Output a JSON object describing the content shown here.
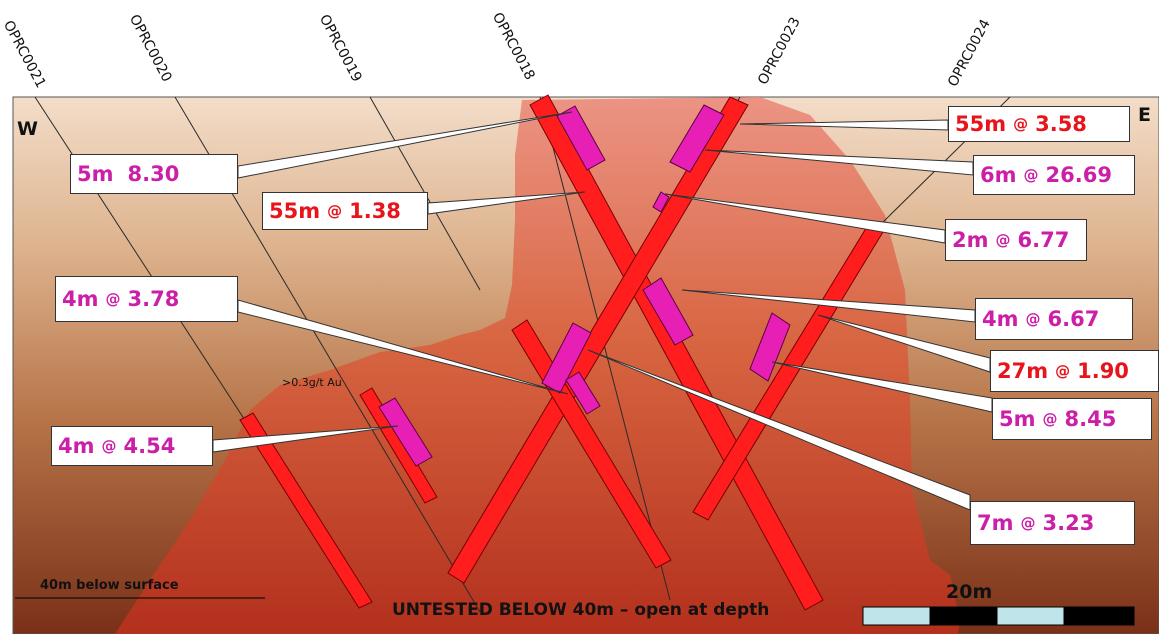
{
  "holes": [
    "OPRC0021",
    "OPRC0020",
    "OPRC0019",
    "OPRC0018",
    "OPRC0023",
    "OPRC0024"
  ],
  "west_label": "W",
  "east_label": "E",
  "intercepts": [
    {
      "id": "5m-830",
      "length": "5m",
      "grade": "8.30",
      "symbol": "",
      "color": "#cc1fa8"
    },
    {
      "id": "55m-138",
      "length": "55m",
      "grade": "1.38",
      "symbol": "@",
      "color": "#e8141c"
    },
    {
      "id": "4m-378",
      "length": "4m",
      "grade": "3.78",
      "symbol": "@",
      "color": "#cc1fa8"
    },
    {
      "id": "4m-454",
      "length": "4m",
      "grade": "4.54",
      "symbol": "@",
      "color": "#cc1fa8"
    },
    {
      "id": "55m-358",
      "length": "55m",
      "grade": "3.58",
      "symbol": "@",
      "color": "#e8141c"
    },
    {
      "id": "6m-2669",
      "length": "6m",
      "grade": "26.69",
      "symbol": "@",
      "color": "#cc1fa8"
    },
    {
      "id": "2m-677",
      "length": "2m",
      "grade": "6.77",
      "symbol": "@",
      "color": "#cc1fa8"
    },
    {
      "id": "4m-667",
      "length": "4m",
      "grade": "6.67",
      "symbol": "@",
      "color": "#cc1fa8"
    },
    {
      "id": "27m-190",
      "length": "27m",
      "grade": "1.90",
      "symbol": "@",
      "color": "#e8141c"
    },
    {
      "id": "5m-845",
      "length": "5m",
      "grade": "8.45",
      "symbol": "@",
      "color": "#cc1fa8"
    },
    {
      "id": "7m-323",
      "length": "7m",
      "grade": "3.23",
      "symbol": "@",
      "color": "#cc1fa8"
    }
  ],
  "threshold_label": ">0.3g/t Au",
  "depth_label": "40m below surface",
  "untested_label": "UNTESTED BELOW 40m – open at depth",
  "scale_label": "20m",
  "colors": {
    "intercept_red": "#e8141c",
    "intercept_magenta": "#cc1fa8",
    "high_grade_fill": "#e81fb4",
    "mineralised_zone": "#c8442a",
    "scale_light": "#bfe4ea",
    "scale_dark": "#000000"
  }
}
